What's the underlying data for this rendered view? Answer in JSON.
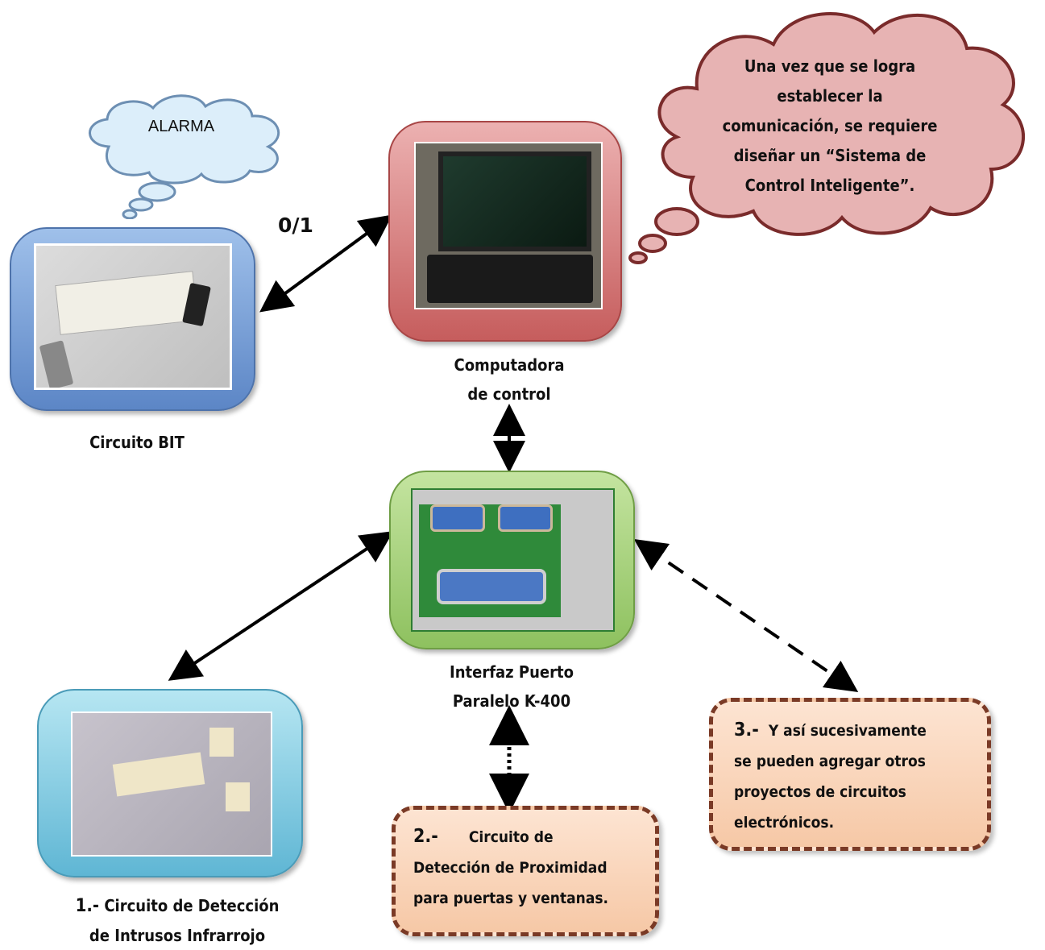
{
  "clouds": {
    "alarm": {
      "text": "ALARMA"
    },
    "thought": {
      "lines": [
        "Una vez que se logra",
        "establecer la",
        "comunicación, se requiere",
        "diseñar un “Sistema de",
        "Control Inteligente”."
      ]
    }
  },
  "signal_label": "0/1",
  "nodes": {
    "computer": {
      "label_lines": [
        "Computadora",
        "de control"
      ]
    },
    "bit_circuit": {
      "label": "Circuito BIT"
    },
    "interface": {
      "label_lines": [
        "Interfaz Puerto",
        "Paralelo K-400"
      ]
    },
    "intruder": {
      "number": "1.-",
      "label_line1": "Circuito de Detección",
      "label_line2": "de Intrusos Infrarrojo"
    }
  },
  "boxes": {
    "proximity": {
      "number": "2.-",
      "line1": "Circuito de",
      "line2": "Detección de Proximidad",
      "line3": "para puertas y ventanas."
    },
    "others": {
      "number": "3.-",
      "line1": "Y así sucesivamente",
      "line2": "se pueden agregar otros",
      "line3": "proyectos de circuitos",
      "line4": "electrónicos."
    }
  },
  "colors": {
    "bit_frame": "#7ea7de",
    "computer_frame": "#d9888a",
    "interface_frame": "#a6cf78",
    "intruder_frame": "#8fd0e6",
    "box_border": "#7a3a26",
    "box_fill": "#f8d2b6"
  }
}
